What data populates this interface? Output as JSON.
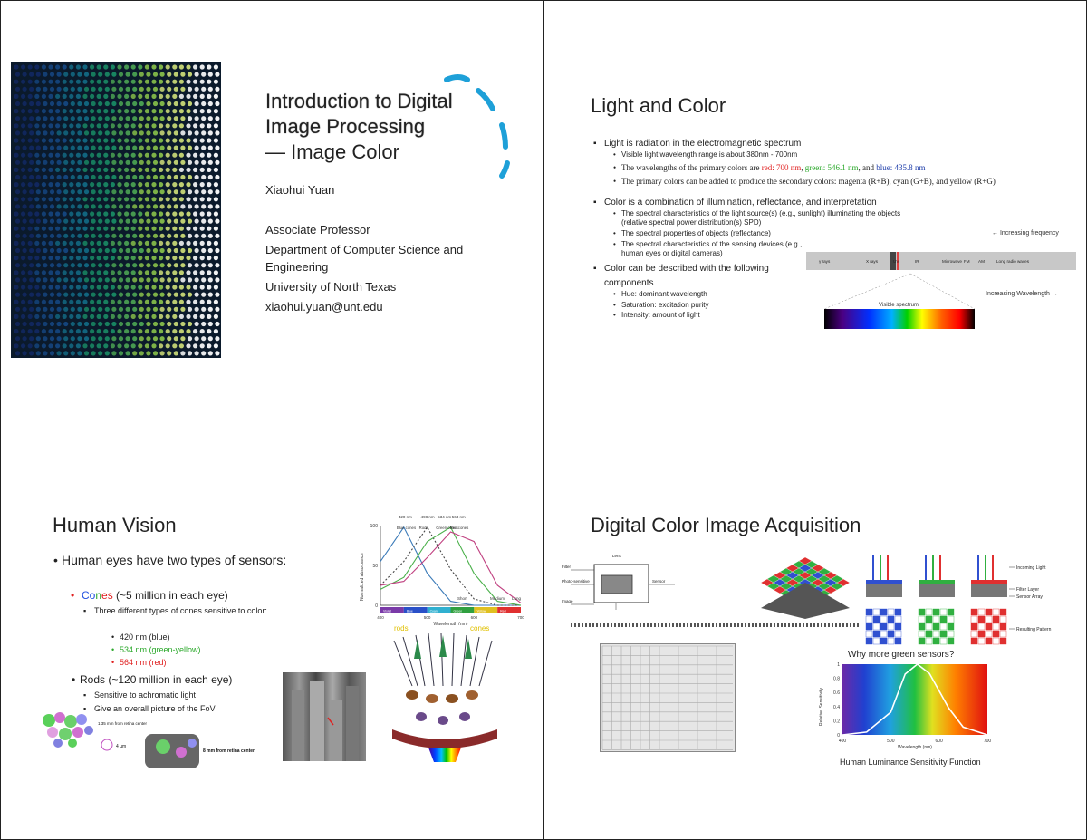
{
  "slide1": {
    "title_line1": "Introduction to Digital",
    "title_line2": "Image Processing",
    "title_line3": "— Image Color",
    "author": "Xiaohui Yuan",
    "position": "Associate Professor",
    "department": "Department of Computer Science and Engineering",
    "university": "University of North Texas",
    "email": "xiaohui.yuan@unt.edu"
  },
  "slide2": {
    "title": "Light and Color",
    "b1": "Light is radiation in the electromagnetic spectrum",
    "b1_1": "Visible light wavelength range is about 380nm - 700nm",
    "b1_2_pre": "The wavelengths of the primary colors are ",
    "b1_2_red": "red: 700 nm",
    "b1_2_sep1": ", ",
    "b1_2_green": "green: 546.1 nm",
    "b1_2_sep2": ", and ",
    "b1_2_blue": "blue: 435.8 nm",
    "b1_3": "The primary colors can be added to produce the secondary colors: magenta (R+B), cyan (G+B), and yellow (R+G)",
    "b2": "Color is a combination of illumination, reflectance, and interpretation",
    "b2_1": "The spectral characteristics of the light source(s) (e.g., sunlight) illuminating the objects (relative spectral power distribution(s) SPD)",
    "b2_2": "The spectral properties of objects (reflectance)",
    "b2_3": "The spectral characteristics of the sensing devices (e.g., human eyes or digital cameras)",
    "b3": "Color can be described with the following components",
    "b3_1": "Hue: dominant wavelength",
    "b3_2": "Saturation: excitation purity",
    "b3_3": "Intensity: amount of light",
    "spec_top_label": "← Increasing frequency",
    "spec_bottom_label": "Increasing Wavelength →",
    "spec_bands": [
      "γ rays",
      "X rays",
      "UV",
      "IR",
      "Microwave",
      "FM",
      "AM",
      "Long radio waves"
    ],
    "spec_visible": "Visible spectrum"
  },
  "slide3": {
    "title": "Human Vision",
    "b1": "Human eyes have two types of sensors:",
    "cones_c": "Co",
    "cones_o": "n",
    "cones_rest": "es",
    "cones_count": " (~5 million in each eye)",
    "cones_sub": "Three different types of cones sensitive to color:",
    "cone1": "420 nm (blue)",
    "cone2": "534 nm (green-yellow)",
    "cone3": "564 nm (red)",
    "rods": "Rods (~120 million in each eye)",
    "rods_1": "Sensitive to achromatic light",
    "rods_2": "Give an overall picture of the FoV",
    "label_135": "1.35 mm from retina center",
    "label_4um": "4 µm",
    "label_8mm": "8 mm from retina center",
    "label_rods": "rods",
    "label_cones": "cones",
    "chart_ylabel": "Normalized absorbance",
    "chart_xlabel": "Wavelength (nm)",
    "chart_peaks": [
      "420 nm",
      "498 nm",
      "534 nm",
      "564 nm"
    ],
    "chart_legends": [
      "Blue cones",
      "Rods",
      "Green cones",
      "Red cones"
    ],
    "chart_bottom": [
      "Short",
      "Medium",
      "Long"
    ],
    "chart_bar": [
      "Violet",
      "Blue",
      "Cyan",
      "Green",
      "Yellow",
      "Red"
    ]
  },
  "slide4": {
    "title": "Digital Color Image Acquisition",
    "filter_labels": [
      "Incoming Light",
      "Filter Layer",
      "Sensor Array",
      "Resulting Pattern"
    ],
    "why_green": "Why more green sensors?",
    "lum_title": "Human Luminance Sensitivity Function",
    "lum_ylabel": "Relative Sensitivity",
    "lum_xlabel": "Wavelength (nm)",
    "lum_xticks": [
      "400",
      "500",
      "600",
      "700"
    ],
    "lum_yticks": [
      "0",
      "0.2",
      "0.4",
      "0.6",
      "0.8",
      "1"
    ],
    "ccd_labels": [
      "Lens",
      "Filter",
      "Photo-sensitive",
      "Sensor",
      "Image"
    ]
  },
  "chart_data": [
    {
      "type": "line",
      "title": "",
      "xlabel": "Wavelength (nm)",
      "ylabel": "Normalized absorbance",
      "x": [
        400,
        450,
        500,
        550,
        600,
        650,
        700
      ],
      "xlim": [
        400,
        700
      ],
      "ylim": [
        0,
        100
      ],
      "series": [
        {
          "name": "Blue cones",
          "values": [
            55,
            98,
            40,
            5,
            0,
            0,
            0
          ]
        },
        {
          "name": "Rods",
          "values": [
            25,
            55,
            98,
            45,
            8,
            0,
            0
          ]
        },
        {
          "name": "Green cones",
          "values": [
            20,
            35,
            80,
            98,
            40,
            5,
            0
          ]
        },
        {
          "name": "Red cones",
          "values": [
            25,
            30,
            60,
            92,
            80,
            25,
            3
          ]
        }
      ]
    },
    {
      "type": "line",
      "title": "Human Luminance Sensitivity Function",
      "xlabel": "Wavelength (nm)",
      "ylabel": "Relative Sensitivity",
      "x": [
        400,
        450,
        500,
        530,
        555,
        580,
        620,
        650,
        700
      ],
      "xlim": [
        400,
        700
      ],
      "ylim": [
        0,
        1
      ],
      "series": [
        {
          "name": "",
          "values": [
            0.0,
            0.04,
            0.32,
            0.86,
            1.0,
            0.87,
            0.38,
            0.11,
            0.0
          ]
        }
      ]
    }
  ]
}
